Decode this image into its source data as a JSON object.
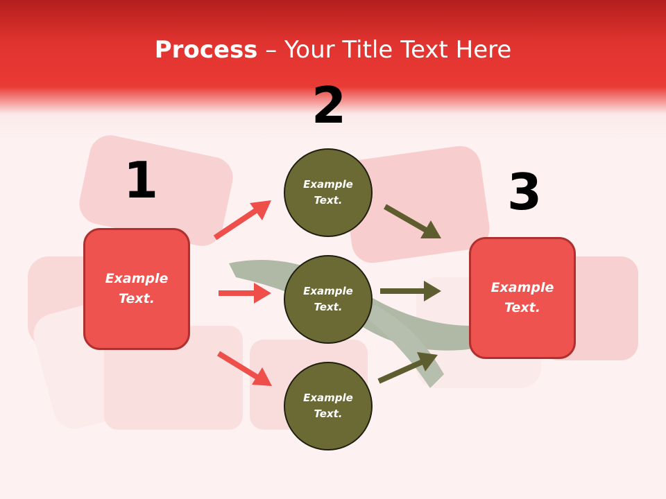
{
  "title": {
    "bold": "Process",
    "rest": " – Your Title Text Here"
  },
  "steps": {
    "one": "1",
    "two": "2",
    "three": "3"
  },
  "left_box": {
    "line1": "Example",
    "line2": "Text."
  },
  "right_box": {
    "line1": "Example",
    "line2": "Text."
  },
  "circles": [
    {
      "line1": "Example",
      "line2": "Text."
    },
    {
      "line1": "Example",
      "line2": "Text."
    },
    {
      "line1": "Example",
      "line2": "Text."
    }
  ],
  "colors": {
    "header_red": "#e0332f",
    "box_red": "#ef5350",
    "circle_olive": "#6b6a35",
    "arrow_red": "#ef4f4a",
    "arrow_olive": "#5e5d2f"
  }
}
